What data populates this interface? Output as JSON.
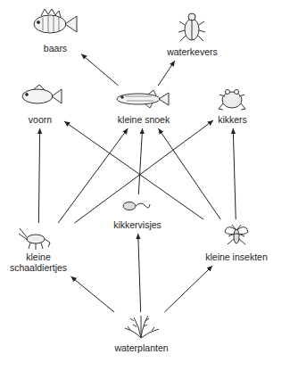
{
  "diagram": {
    "nodes": [
      {
        "text": [
          "baars"
        ]
      },
      {
        "text": [
          "waterkevers"
        ]
      },
      {
        "text": [
          "voorn"
        ]
      },
      {
        "text": [
          "kleine snoek"
        ]
      },
      {
        "text": [
          "kikkers"
        ]
      },
      {
        "text": [
          "kikkervisjes"
        ]
      },
      {
        "text": [
          "kleine schaaldiertjes"
        ]
      },
      {
        "text": [
          "kleine insekten"
        ]
      },
      {
        "text": [
          "waterplanten"
        ]
      }
    ],
    "edges": [
      {
        "from": 3,
        "to": 0,
        "arrow": "to"
      },
      {
        "from": 3,
        "to": 1,
        "arrow": "to"
      },
      {
        "from": 6,
        "to": 2,
        "arrow": "to"
      },
      {
        "from": 6,
        "to": 3,
        "arrow": "to"
      },
      {
        "from": 6,
        "to": 4,
        "arrow": "to"
      },
      {
        "from": 5,
        "to": 3,
        "arrow": "to"
      },
      {
        "from": 7,
        "to": 2,
        "arrow": "to"
      },
      {
        "from": 7,
        "to": 3,
        "arrow": "to"
      },
      {
        "from": 7,
        "to": 4,
        "arrow": "to"
      },
      {
        "from": 8,
        "to": 6,
        "arrow": "to"
      },
      {
        "from": 8,
        "to": 5,
        "arrow": "to"
      },
      {
        "from": 8,
        "to": 7,
        "arrow": "to"
      }
    ]
  }
}
